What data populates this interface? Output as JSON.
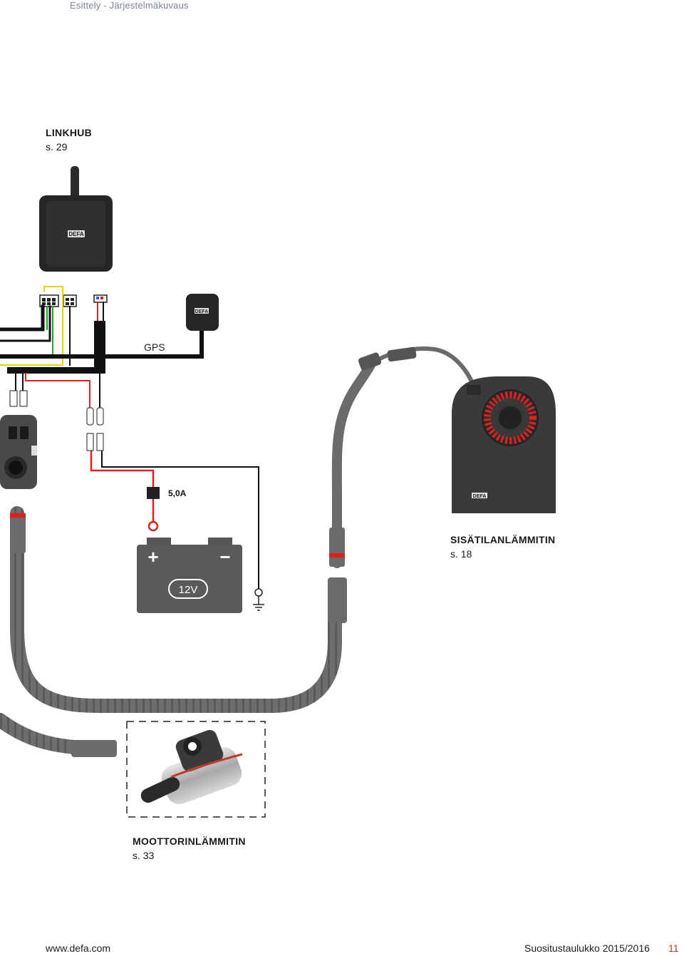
{
  "header": {
    "breadcrumb": "Esittely - Järjestelmäkuvaus"
  },
  "components": {
    "linkhub": {
      "name": "LINKHUB",
      "page": "s. 29"
    },
    "cabin_heater": {
      "name": "SISÄTILANLÄMMITIN",
      "page": "s. 18"
    },
    "engine_heater": {
      "name": "MOOTTORINLÄMMITIN",
      "page": "s. 33"
    }
  },
  "labels": {
    "gps": "GPS",
    "fuse": "5,0A",
    "battery_voltage": "12V",
    "battery_plus": "+",
    "battery_minus": "−",
    "brand": "DEFA"
  },
  "footer": {
    "website": "www.defa.com",
    "publication": "Suositustaulukko 2015/2016",
    "page_number": "11"
  },
  "colors": {
    "wire_red": "#e02020",
    "wire_black": "#111111",
    "wire_green": "#2aa02a",
    "wire_yellow": "#e8d800",
    "cable_grey": "#6b6b6b",
    "device_dark": "#3a3a3a",
    "page_number": "#c4302b"
  }
}
